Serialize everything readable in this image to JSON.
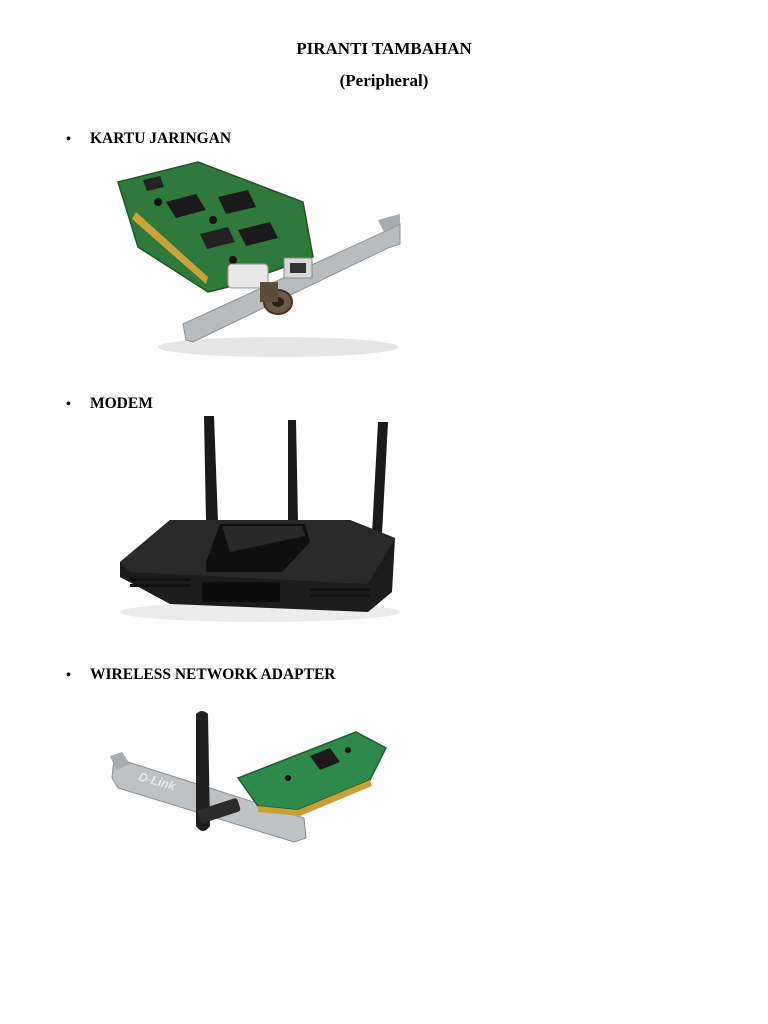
{
  "document": {
    "title": "PIRANTI TAMBAHAN",
    "subtitle": "(Peripheral)"
  },
  "items": [
    {
      "bullet": "•",
      "label": "KARTU JARINGAN",
      "image": "network-card-photo"
    },
    {
      "bullet": "•",
      "label": "MODEM",
      "image": "router-photo"
    },
    {
      "bullet": "•",
      "label": "WIRELESS NETWORK ADAPTER",
      "image": "wireless-adapter-photo"
    }
  ],
  "colors": {
    "pcb_green": "#2f7a3a",
    "metal": "#b9bcbf",
    "router_black": "#1c1c1c"
  }
}
